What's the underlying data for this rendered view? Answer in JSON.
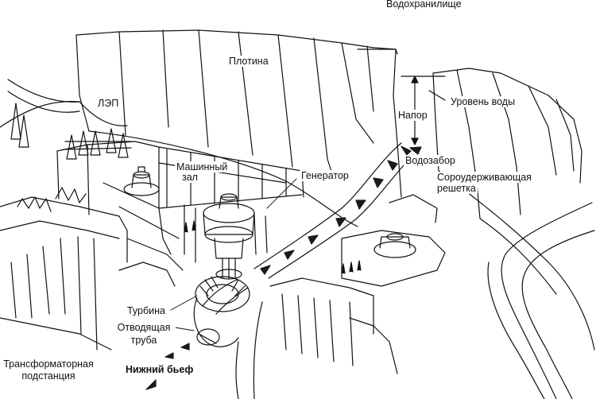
{
  "labels": {
    "reservoir": "Водохранилище",
    "dam": "Плотина",
    "power_line": "ЛЭП",
    "head": "Напор",
    "water_level": "Уровень воды",
    "intake": "Водозабор",
    "trash_rack_line1": "Сороудерживающая",
    "trash_rack_line2": "решетка",
    "generator": "Генератор",
    "machine_hall_line1": "Машинный",
    "machine_hall_line2": "зал",
    "turbine": "Турбина",
    "draft_tube_line1": "Отводящая",
    "draft_tube_line2": "труба",
    "tailwater": "Нижний бьеф",
    "substation_line1": "Трансформаторная",
    "substation_line2": "подстанция"
  },
  "colors": {
    "line": "#111111",
    "water_flow": "#1a1a1a",
    "background": "#ffffff"
  }
}
